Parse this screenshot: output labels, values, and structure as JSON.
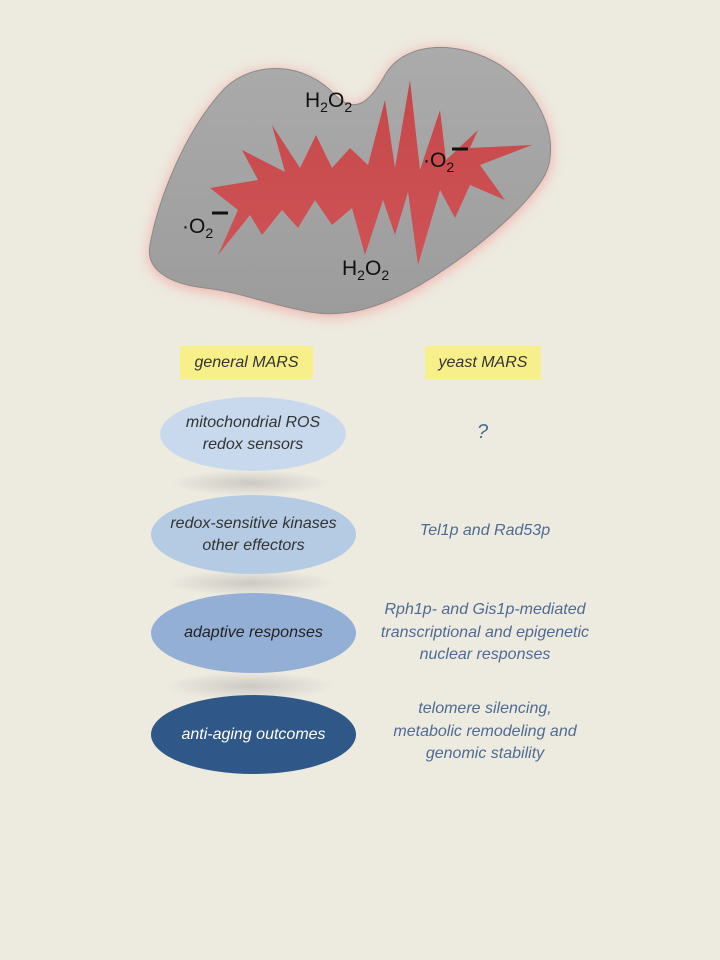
{
  "diagram": {
    "mito_labels": {
      "h2o2_top": {
        "base": "H",
        "sub1": "2",
        "mid": "O",
        "sub2": "2"
      },
      "h2o2_bottom": {
        "base": "H",
        "sub1": "2",
        "mid": "O",
        "sub2": "2"
      },
      "superoxide_left": {
        "dot": "·",
        "base": "O",
        "sub": "2"
      },
      "superoxide_right": {
        "dot": "·",
        "base": "O",
        "sub": "2"
      }
    },
    "headers": {
      "general": "general MARS",
      "yeast": "yeast MARS"
    },
    "steps": [
      {
        "general_line1": "mitochondrial ROS",
        "general_line2": "redox sensors",
        "yeast_line1": "?",
        "yeast_line2": "",
        "yeast_line3": ""
      },
      {
        "general_line1": "redox-sensitive kinases",
        "general_line2": "other effectors",
        "yeast_line1": "Tel1p and Rad53p",
        "yeast_line2": "",
        "yeast_line3": ""
      },
      {
        "general_line1": "adaptive responses",
        "general_line2": "",
        "yeast_line1": "Rph1p- and Gis1p-mediated",
        "yeast_line2": "transcriptional and epigenetic",
        "yeast_line3": "nuclear responses"
      },
      {
        "general_line1": "anti-aging outcomes",
        "general_line2": "",
        "yeast_line1": "telomere silencing,",
        "yeast_line2": "metabolic remodeling and",
        "yeast_line3": "genomic stability"
      }
    ],
    "colors": {
      "background": "#edeae0",
      "mito_outer": "#a8a8a8",
      "mito_glow": "#f2a9a2",
      "mito_inner": "#c94b4e",
      "header_bg": "#f7f08a",
      "ellipse_1": "#c8d9ee",
      "ellipse_2": "#b5cbe4",
      "ellipse_3": "#94afd6",
      "ellipse_4": "#2f5888",
      "right_text": "#4f6b93"
    }
  }
}
